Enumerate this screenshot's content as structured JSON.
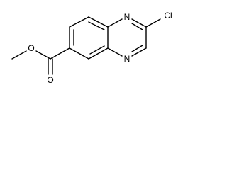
{
  "structure": {
    "atoms": {
      "N1": "N",
      "N4": "N",
      "Cl": "Cl",
      "O_carbonyl": "O",
      "O_ester": "O"
    }
  },
  "colors": {
    "bond": "#000000",
    "label": "#000000",
    "background": "#ffffff"
  }
}
